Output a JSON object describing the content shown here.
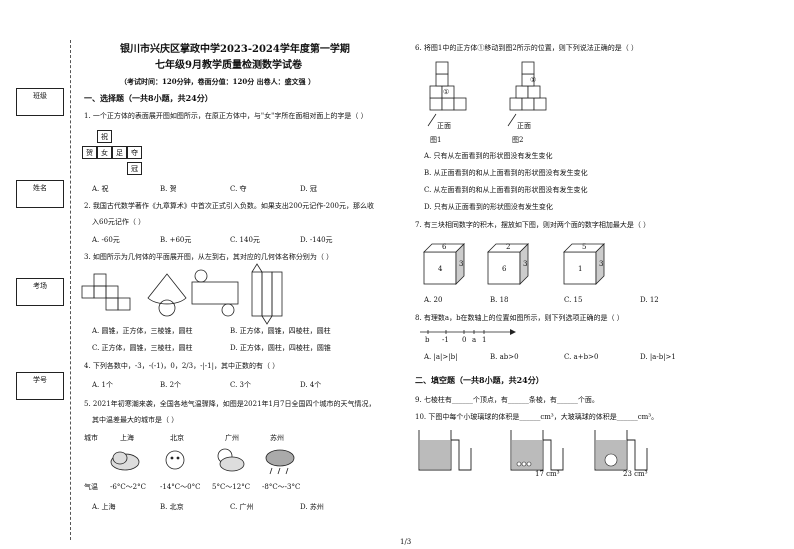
{
  "header": {
    "title1": "银川市兴庆区掌政中学2023-2024学年度第一学期",
    "title2": "七年级9月教学质量检测数学试卷",
    "info": "（考试时间：120分钟，卷面分值：120分    出卷人：盛文强  ）"
  },
  "sidebar": {
    "class_label": "班级",
    "name_label": "姓名",
    "exam_label": "考场",
    "id_label": "学号"
  },
  "section1": {
    "title": "一、选择题（一共8小题，共24分）"
  },
  "q1": {
    "stem": "1. 一个正方体的表面展开图如图所示，在原正方体中，与\"女\"字所在面相对面上的字是（    ）",
    "net": [
      "祝",
      "贺",
      "女",
      "足",
      "夺",
      "冠"
    ],
    "opts": [
      "A. 祝",
      "B. 贺",
      "C. 夺",
      "D. 冠"
    ]
  },
  "q2": {
    "stem1": "2. 我国古代数学著作《九章算术》中首次正式引入负数。如果支出200元记作-200元，那么收",
    "stem2": "入60元记作（    ）",
    "opts": [
      "A. -60元",
      "B. +60元",
      "C. 140元",
      "D. -140元"
    ]
  },
  "q3": {
    "stem": "3. 如图所示为几何体的平面展开图，从左到右，其对应的几何体名称分别为（    ）",
    "opts": [
      "A. 圆锥，正方体，三棱锥，圆柱",
      "B. 正方体，圆锥，四棱柱，圆柱",
      "C. 正方体，圆锥，三棱柱，圆柱",
      "D. 正方体，圆柱，四棱柱，圆锥"
    ]
  },
  "q4": {
    "stem": "4. 下列各数中，-3，-(-1)，0，2/3，-|-1|，其中正数的有（    ）",
    "frac_num": "2",
    "frac_den": "3",
    "opts": [
      "A. 1个",
      "B. 2个",
      "C. 3个",
      "D. 4个"
    ]
  },
  "q5": {
    "stem1": "5. 2021年初寒潮来袭，全国各地气温骤降，如图是2021年1月7日全国四个城市的天气情况，",
    "stem2": "其中温差最大的城市是（    ）",
    "row_city": "城市",
    "row_temp": "气温",
    "cities": [
      "上海",
      "北京",
      "广州",
      "苏州"
    ],
    "temps": [
      "-6°C～2°C",
      "-14°C～0°C",
      "5°C～12°C",
      "-8°C～-3°C"
    ],
    "opts": [
      "A. 上海",
      "B. 北京",
      "C. 广州",
      "D. 苏州"
    ]
  },
  "q6": {
    "stem": "6. 将图1中的正方体①移动到图2所示的位置，则下列说法正确的是（    ）",
    "fig1": "图1",
    "fig2": "图2",
    "front": "正面",
    "circle": "①",
    "opts": [
      "A. 只有从左面看到的形状图没有发生变化",
      "B. 从正面看到的和从上面看到的形状图没有发生变化",
      "C. 从左面看到的和从上面看到的形状图没有发生变化",
      "D. 只有从正面看到的形状图没有发生变化"
    ]
  },
  "q7": {
    "stem": "7. 有三块相同数字的积木，摆放如下图，则对两个面的数字相加最大是（    ）",
    "cube1": {
      "top": "6",
      "front": "4",
      "side": "3"
    },
    "cube2": {
      "top": "2",
      "front": "6",
      "side": "3"
    },
    "cube3": {
      "top": "5",
      "front": "1",
      "side": "3"
    },
    "opts": [
      "A. 20",
      "B. 18",
      "C. 15",
      "D. 12"
    ]
  },
  "q8": {
    "stem": "8. 有理数a，b在数轴上的位置如图所示，则下列选项正确的是（    ）",
    "axis_labels": [
      "b",
      "-1",
      "0",
      "a",
      "1"
    ],
    "opts": [
      "A. |a|>|b|",
      "B. ab>0",
      "C. a+b>0",
      "D. |a-b|>1"
    ]
  },
  "section2": {
    "title": "二、填空题（一共8小题，共24分）"
  },
  "q9": {
    "stem": "9. 七棱柱有______个顶点，有______条棱，有______个面。"
  },
  "q10": {
    "stem": "10. 下图中每个小玻璃球的体积是______cm³，大玻璃球的体积是______cm³。",
    "vol1": "17 cm³",
    "vol2": "23 cm³"
  },
  "footer": {
    "page": "1/3"
  }
}
